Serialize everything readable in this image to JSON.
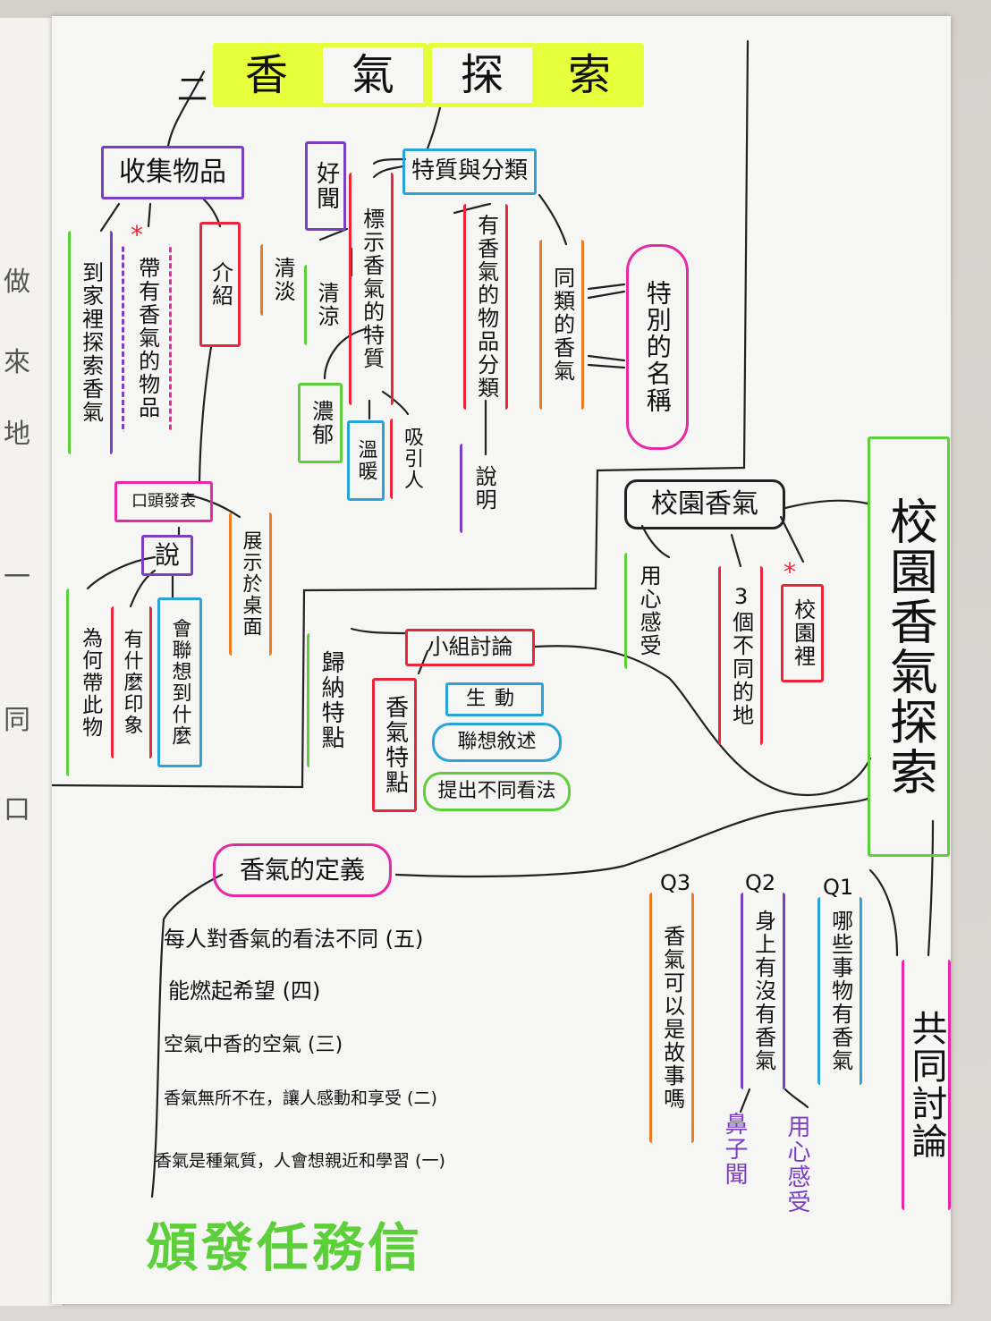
{
  "prev_page": [
    "做",
    "來",
    "地",
    "一",
    "同",
    "口"
  ],
  "main_title": [
    "香",
    "氣",
    "探",
    "索"
  ],
  "title_prefix": "二",
  "collect": {
    "title": "收集物品",
    "home": "到家裡探索香氣",
    "star": "*",
    "bring": "帶有香氣的物品",
    "intro": "介紹",
    "oral": "口頭發表",
    "speak": "說",
    "why": "為何帶此物",
    "impression": "有什麼印象",
    "think": "會聯想到什麼",
    "display": "展示於桌面"
  },
  "features": {
    "title": "特質與分類",
    "good": "好聞",
    "mark": "標示香氣的特質",
    "light": "清淡",
    "cool": "清涼",
    "rich": "濃郁",
    "warm": "溫暖",
    "attract": "吸引人",
    "classify": "有香氣的物品分類",
    "explain": "說明",
    "same": "同類的香氣",
    "arrow": "⇒",
    "name": "特別的名稱"
  },
  "campus": {
    "big_title": "校園香氣探索",
    "box": "校園香氣",
    "feel": "用心感受",
    "three": "3個不同的地",
    "star": "*",
    "inside": "校園裡"
  },
  "group": {
    "title": "小組討論",
    "induct": "歸納特點",
    "aroma": "香氣特點",
    "vivid": "生動",
    "assoc": "聯想敘述",
    "views": "提出不同看法"
  },
  "definition": {
    "title": "香氣的定義",
    "items": [
      "每人對香氣的看法不同 (五)",
      "能燃起希望 (四)",
      "空氣中香的空氣 (三)",
      "香氣無所不在，讓人感動和享受 (二)",
      "香氣是種氣質，人會想親近和學習 (一)"
    ]
  },
  "discussion": {
    "title": "共同討論",
    "q1_label": "Q1",
    "q1": "哪些事物有香氣",
    "q2_label": "Q2",
    "q2": "身上有沒有香氣",
    "q3_label": "Q3",
    "q3": "香氣可以是故事嗎",
    "nose": "鼻子聞",
    "feel": "用心感受"
  },
  "mission": "頒發任務信",
  "colors": {
    "neon_yellow": "#e6ff3a",
    "green": "#5ccf3a",
    "purple": "#7a3fc4",
    "red": "#e8273a",
    "pink": "#e62aa6",
    "orange": "#f07a1f",
    "blue": "#2aa4d8",
    "black": "#222222"
  }
}
